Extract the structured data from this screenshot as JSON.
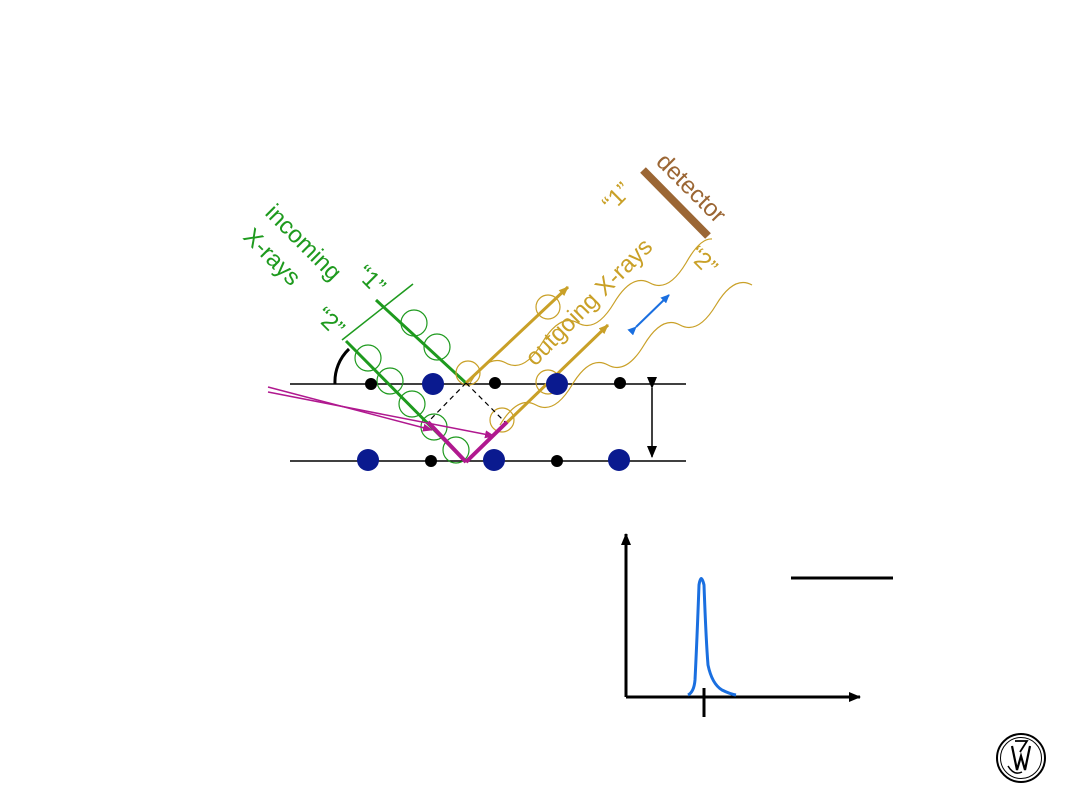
{
  "labels": {
    "incoming_line1": "incoming",
    "incoming_line2": "X-rays",
    "outgoing": "outgoing  X-rays",
    "detector": "detector",
    "ray1_in": "“1”",
    "ray2_in": "“2”",
    "ray1_out": "“1”",
    "ray2_out": "“2”"
  },
  "colors": {
    "incoming": "#1e9a1e",
    "outgoing": "#c9a027",
    "detector": "#9b6634",
    "path_difference": "#b0188f",
    "spectrum_peak": "#1a6fe0",
    "atom_large": "#0a1a8f",
    "atom_small": "#000000"
  },
  "icons": {
    "logo": "wiley-logo"
  }
}
